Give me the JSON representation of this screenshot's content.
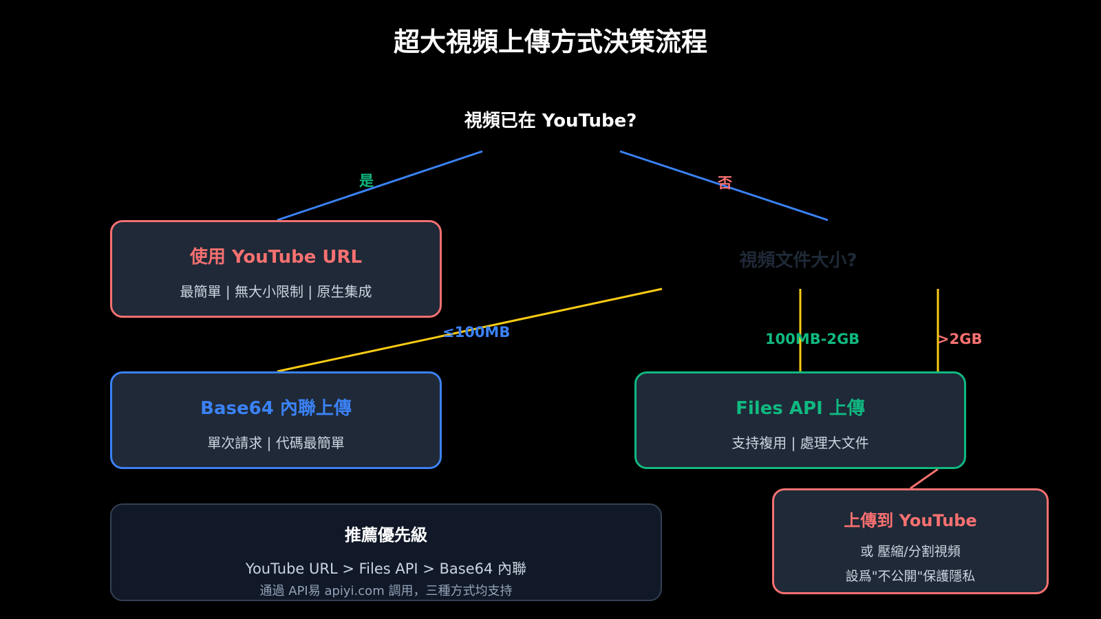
{
  "title": "超大視頻上傳方式決策流程",
  "questions": {
    "on_youtube": "視頻已在 YouTube?",
    "file_size": "視頻文件大小?"
  },
  "edges": {
    "yes": "是",
    "no": "否",
    "small": "≤100MB",
    "medium": "100MB-2GB",
    "large": ">2GB"
  },
  "boxes": {
    "youtube_url": {
      "title": "使用 YouTube URL",
      "subtitle": "最簡單 | 無大小限制 | 原生集成"
    },
    "base64": {
      "title": "Base64 內聯上傳",
      "subtitle": "單次請求 | 代碼最簡單"
    },
    "files_api": {
      "title": "Files API 上傳",
      "subtitle": "支持複用 | 處理大文件"
    },
    "upload_youtube": {
      "title": "上傳到 YouTube",
      "line1": "或 壓縮/分割視頻",
      "line2": "設爲\"不公開\"保護隱私"
    }
  },
  "priority": {
    "title": "推薦優先級",
    "order": "YouTube URL > Files API > Base64 內聯",
    "note": "通過 API易 apiyi.com 調用，三種方式均支持"
  },
  "colors": {
    "background": "#000000",
    "box_fill": "#1f2937",
    "red": "#f87171",
    "blue": "#3b82f6",
    "green": "#10b981",
    "yellow": "#facc15"
  }
}
